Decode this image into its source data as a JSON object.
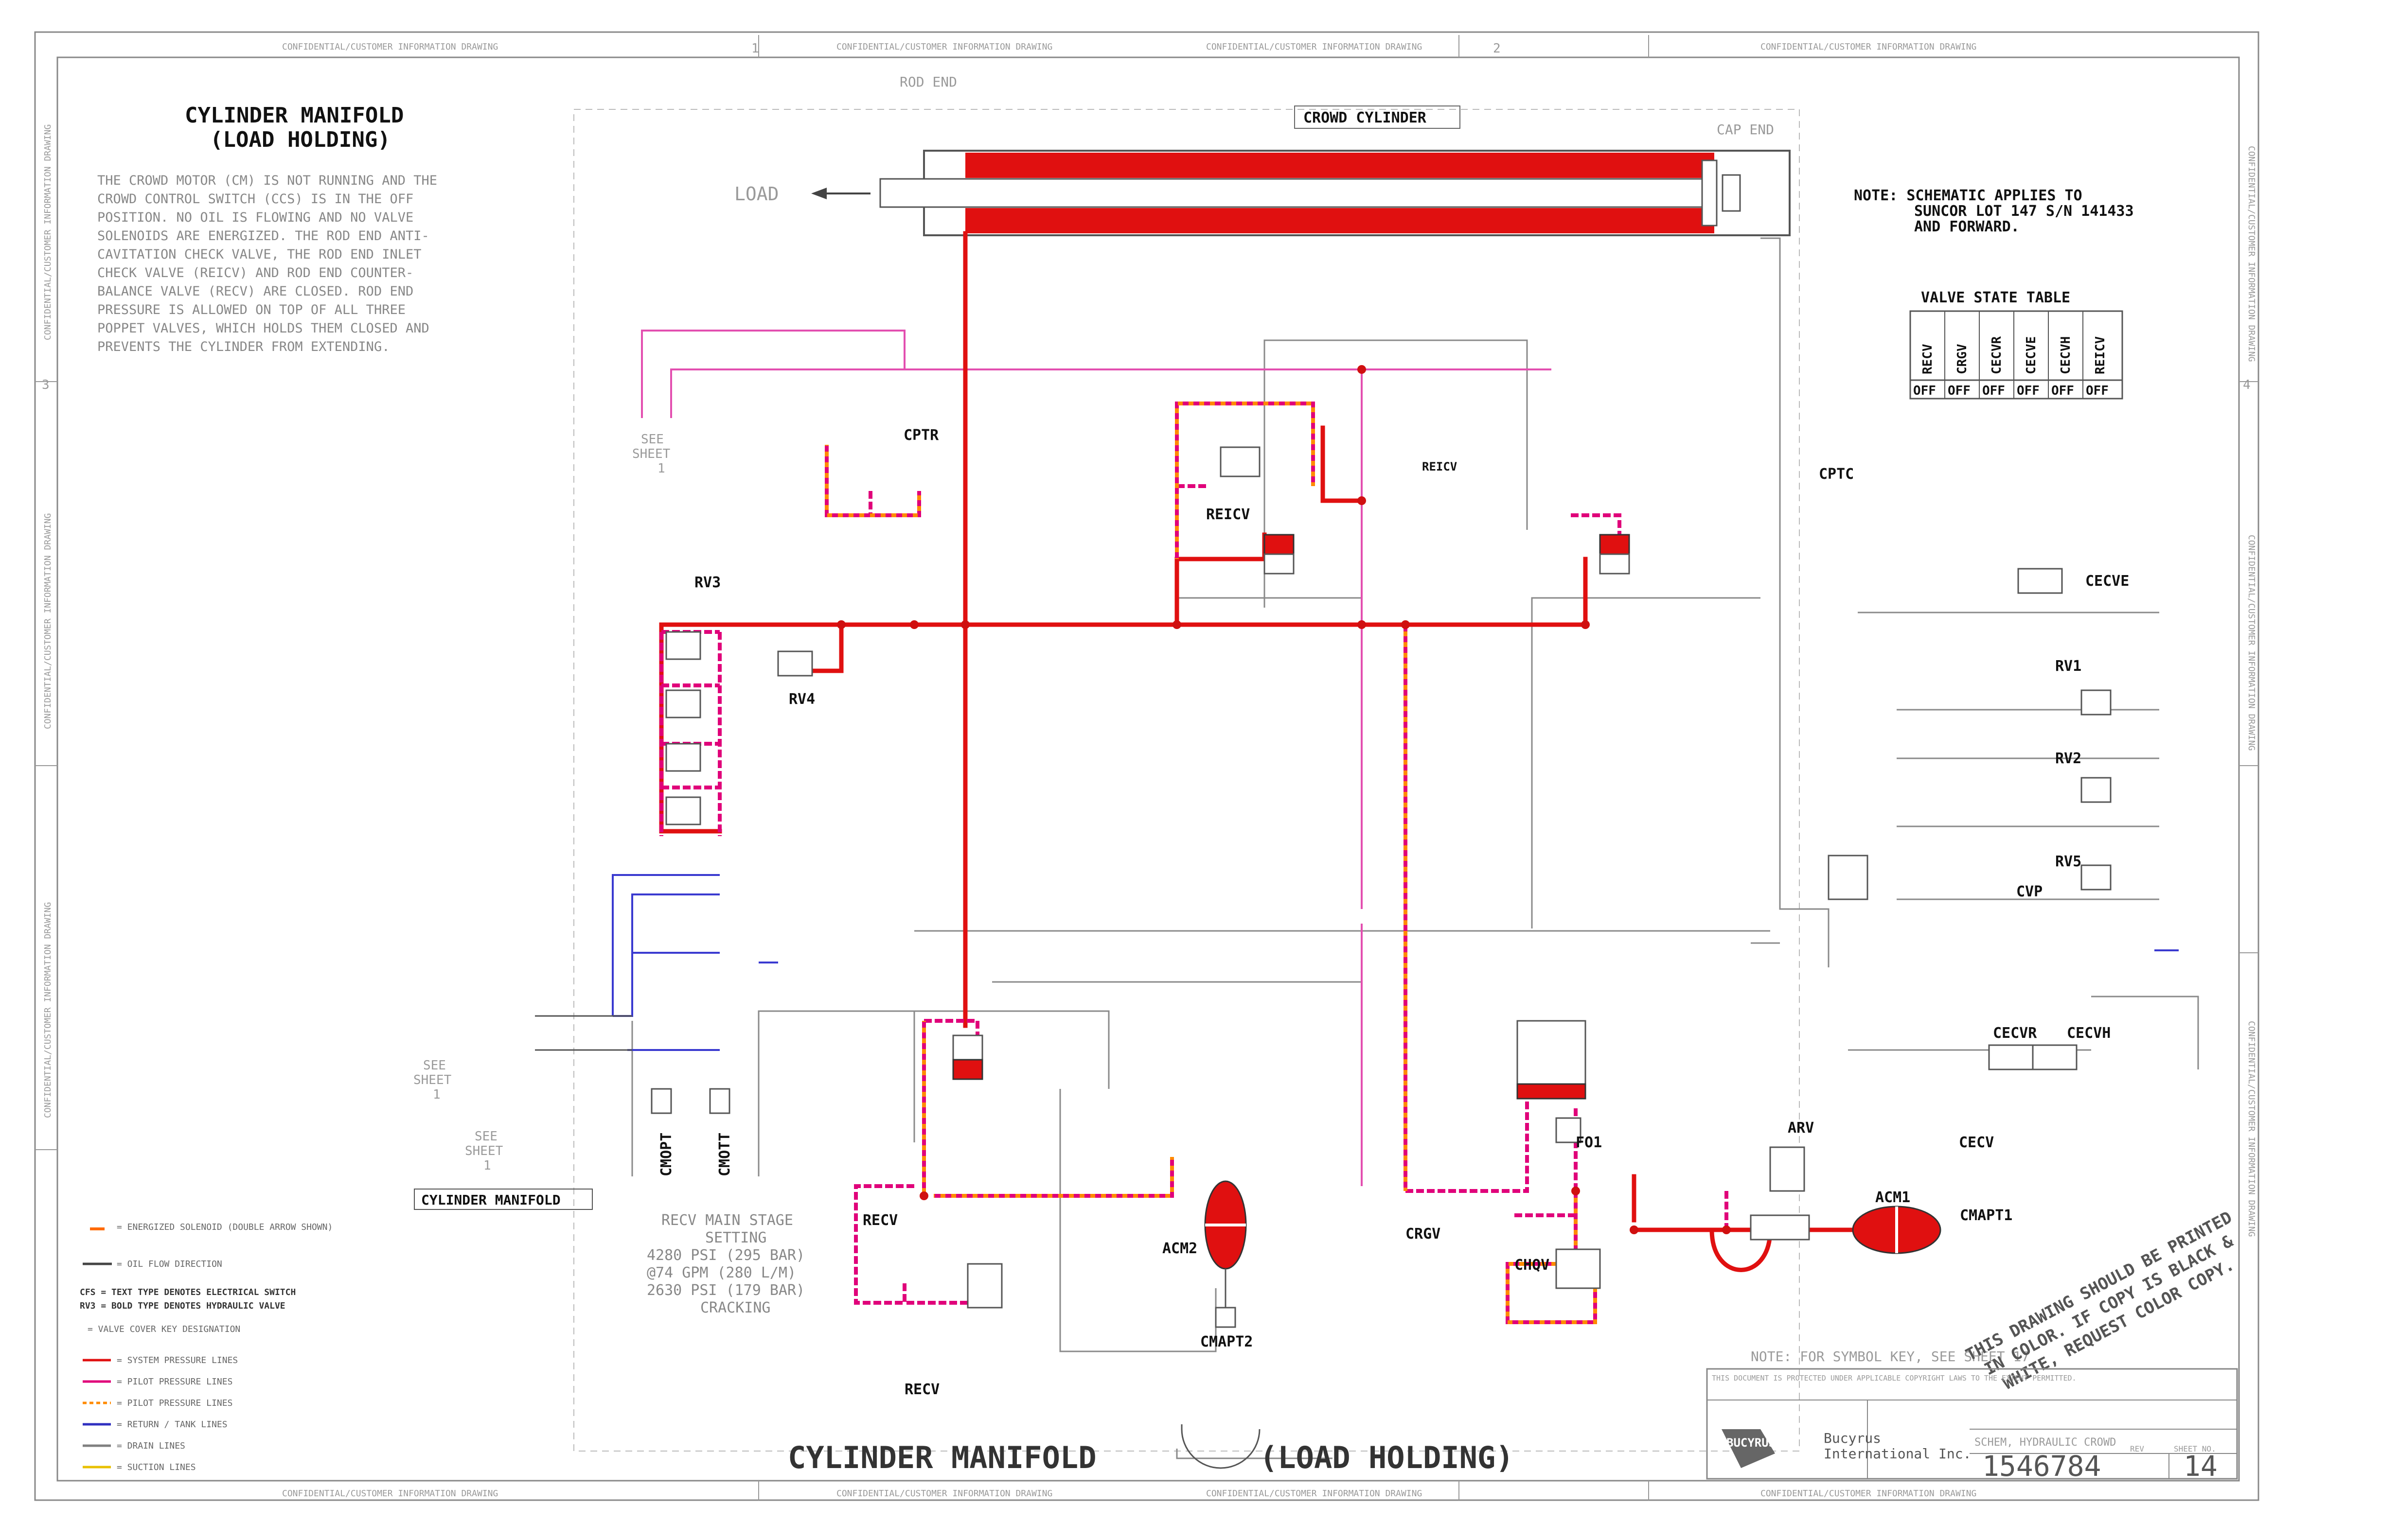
{
  "border": {
    "top_strip": [
      "CONFIDENTIAL/CUSTOMER INFORMATION DRAWING",
      "CONFIDENTIAL/CUSTOMER INFORMATION DRAWING",
      "CONFIDENTIAL/CUSTOMER INFORMATION DRAWING",
      "CONFIDENTIAL/CUSTOMER INFORMATION DRAWING"
    ],
    "side_strip": "CONFIDENTIAL/CUSTOMER INFORMATION DRAWING",
    "zone_numbers": [
      "1",
      "2",
      "3",
      "4"
    ]
  },
  "header": {
    "title_line1": "CYLINDER MANIFOLD",
    "title_line2": "(LOAD HOLDING)",
    "description": [
      "THE CROWD MOTOR (CM) IS NOT RUNNING AND THE",
      "CROWD CONTROL SWITCH (CCS) IS IN THE OFF",
      "POSITION. NO OIL IS FLOWING AND NO VALVE",
      "SOLENOIDS ARE ENERGIZED. THE ROD END ANTI-",
      "CAVITATION CHECK VALVE, THE ROD END INLET",
      "CHECK VALVE (REICV) AND ROD END COUNTER-",
      "BALANCE VALVE (RECV) ARE CLOSED. ROD END",
      "PRESSURE IS ALLOWED ON TOP OF ALL THREE",
      "POPPET VALVES, WHICH HOLDS THEM CLOSED AND",
      "PREVENTS THE CYLINDER FROM EXTENDING."
    ]
  },
  "cylinder": {
    "rod_end_label": "ROD END",
    "cap_end_label": "CAP END",
    "name": "CROWD CYLINDER",
    "load_label": "LOAD"
  },
  "note": {
    "line1": "NOTE: SCHEMATIC APPLIES TO",
    "line2": "SUNCOR LOT 147 S/N 141433",
    "line3": "AND FORWARD."
  },
  "valve_state_table": {
    "title": "VALVE STATE TABLE",
    "columns": [
      "RECV",
      "CRGV",
      "CECVR",
      "CECVE",
      "CECVH",
      "REICV"
    ],
    "states": [
      "OFF",
      "OFF",
      "OFF",
      "OFF",
      "OFF",
      "OFF"
    ]
  },
  "labels": {
    "cptr": "CPTR",
    "cptc": "CPTC",
    "reicv": "REICV",
    "reicv_small": "REICV",
    "rv3": "RV3",
    "rv4": "RV4",
    "cecve": "CECVE",
    "rv1": "RV1",
    "rv2": "RV2",
    "rv5": "RV5",
    "cvp": "CVP",
    "cecvr": "CECVR",
    "cecvh": "CECVH",
    "arv": "ARV",
    "acm1": "ACM1",
    "cmapt1": "CMAPT1",
    "acm2": "ACM2",
    "cmapt2": "CMAPT2",
    "crgv": "CRGV",
    "chqv": "CHQV",
    "recv_left": "RECV",
    "recv_bottom": "RECV",
    "cecv": "CECV",
    "cmopt": "CMOPT",
    "cmott": "CMOTT",
    "fo1": "FO1",
    "see_sheet_1": "SEE",
    "see_sheet_2": "SHEET",
    "see_sheet_3": "1",
    "cylinder_manifold_box": "CYLINDER MANIFOLD"
  },
  "recv_setting": [
    "RECV MAIN STAGE",
    "SETTING",
    "4280 PSI (295 BAR)",
    "@74 GPM (280 L/M)",
    "2630 PSI (179 BAR)",
    "CRACKING"
  ],
  "legend": {
    "items": [
      {
        "label": "= ENERGIZED SOLENOID (DOUBLE ARROW SHOWN)",
        "color": "#ff6a00"
      },
      {
        "label": "= OIL FLOW DIRECTION",
        "color": "#444444"
      },
      {
        "label": "CFS = TEXT TYPE DENOTES ELECTRICAL SWITCH",
        "color": "#222222"
      },
      {
        "label": "RV3 = BOLD TYPE DENOTES HYDRAULIC VALVE",
        "color": "#222222"
      },
      {
        "label": "= VALVE COVER KEY DESIGNATION",
        "color": "#222222"
      },
      {
        "label": "= SYSTEM PRESSURE LINES",
        "color": "#e01010"
      },
      {
        "label": "= PILOT PRESSURE LINES",
        "color": "#e0007a"
      },
      {
        "label": "= PILOT PRESSURE LINES",
        "color": "#ff8a00"
      },
      {
        "label": "= RETURN / TANK LINES",
        "color": "#3030c0"
      },
      {
        "label": "= DRAIN LINES",
        "color": "#808080"
      },
      {
        "label": "= SUCTION LINES",
        "color": "#e8c000"
      }
    ]
  },
  "bottom": {
    "title_left": "CYLINDER MANIFOLD",
    "title_right": "(LOAD HOLDING)",
    "note_symbol": "NOTE: FOR SYMBOL KEY, SEE SHEET 17",
    "color_notice_line1": "THIS DRAWING SHOULD BE PRINTED",
    "color_notice_line2": "IN COLOR. IF COPY IS BLACK &",
    "color_notice_line3": "WHITE, REQUEST COLOR COPY."
  },
  "title_block": {
    "company": "Bucyrus",
    "company2": "International Inc.",
    "logo_text": "BUCYRUS",
    "drawing_number": "1546784",
    "sheet": "14",
    "description": "SCHEM, HYDRAULIC CROWD",
    "revision_label": "REV",
    "sheet_label": "SHEET NO.",
    "copyright": "THIS DOCUMENT IS PROTECTED UNDER APPLICABLE COPYRIGHT LAWS TO THE EXTENT PERMITTED."
  },
  "colors": {
    "system": "#e01010",
    "pilot_magenta": "#e0007a",
    "pilot_orange": "#ff8a00",
    "return": "#3030c0",
    "drain": "#808080",
    "pink": "#e34fb0"
  }
}
